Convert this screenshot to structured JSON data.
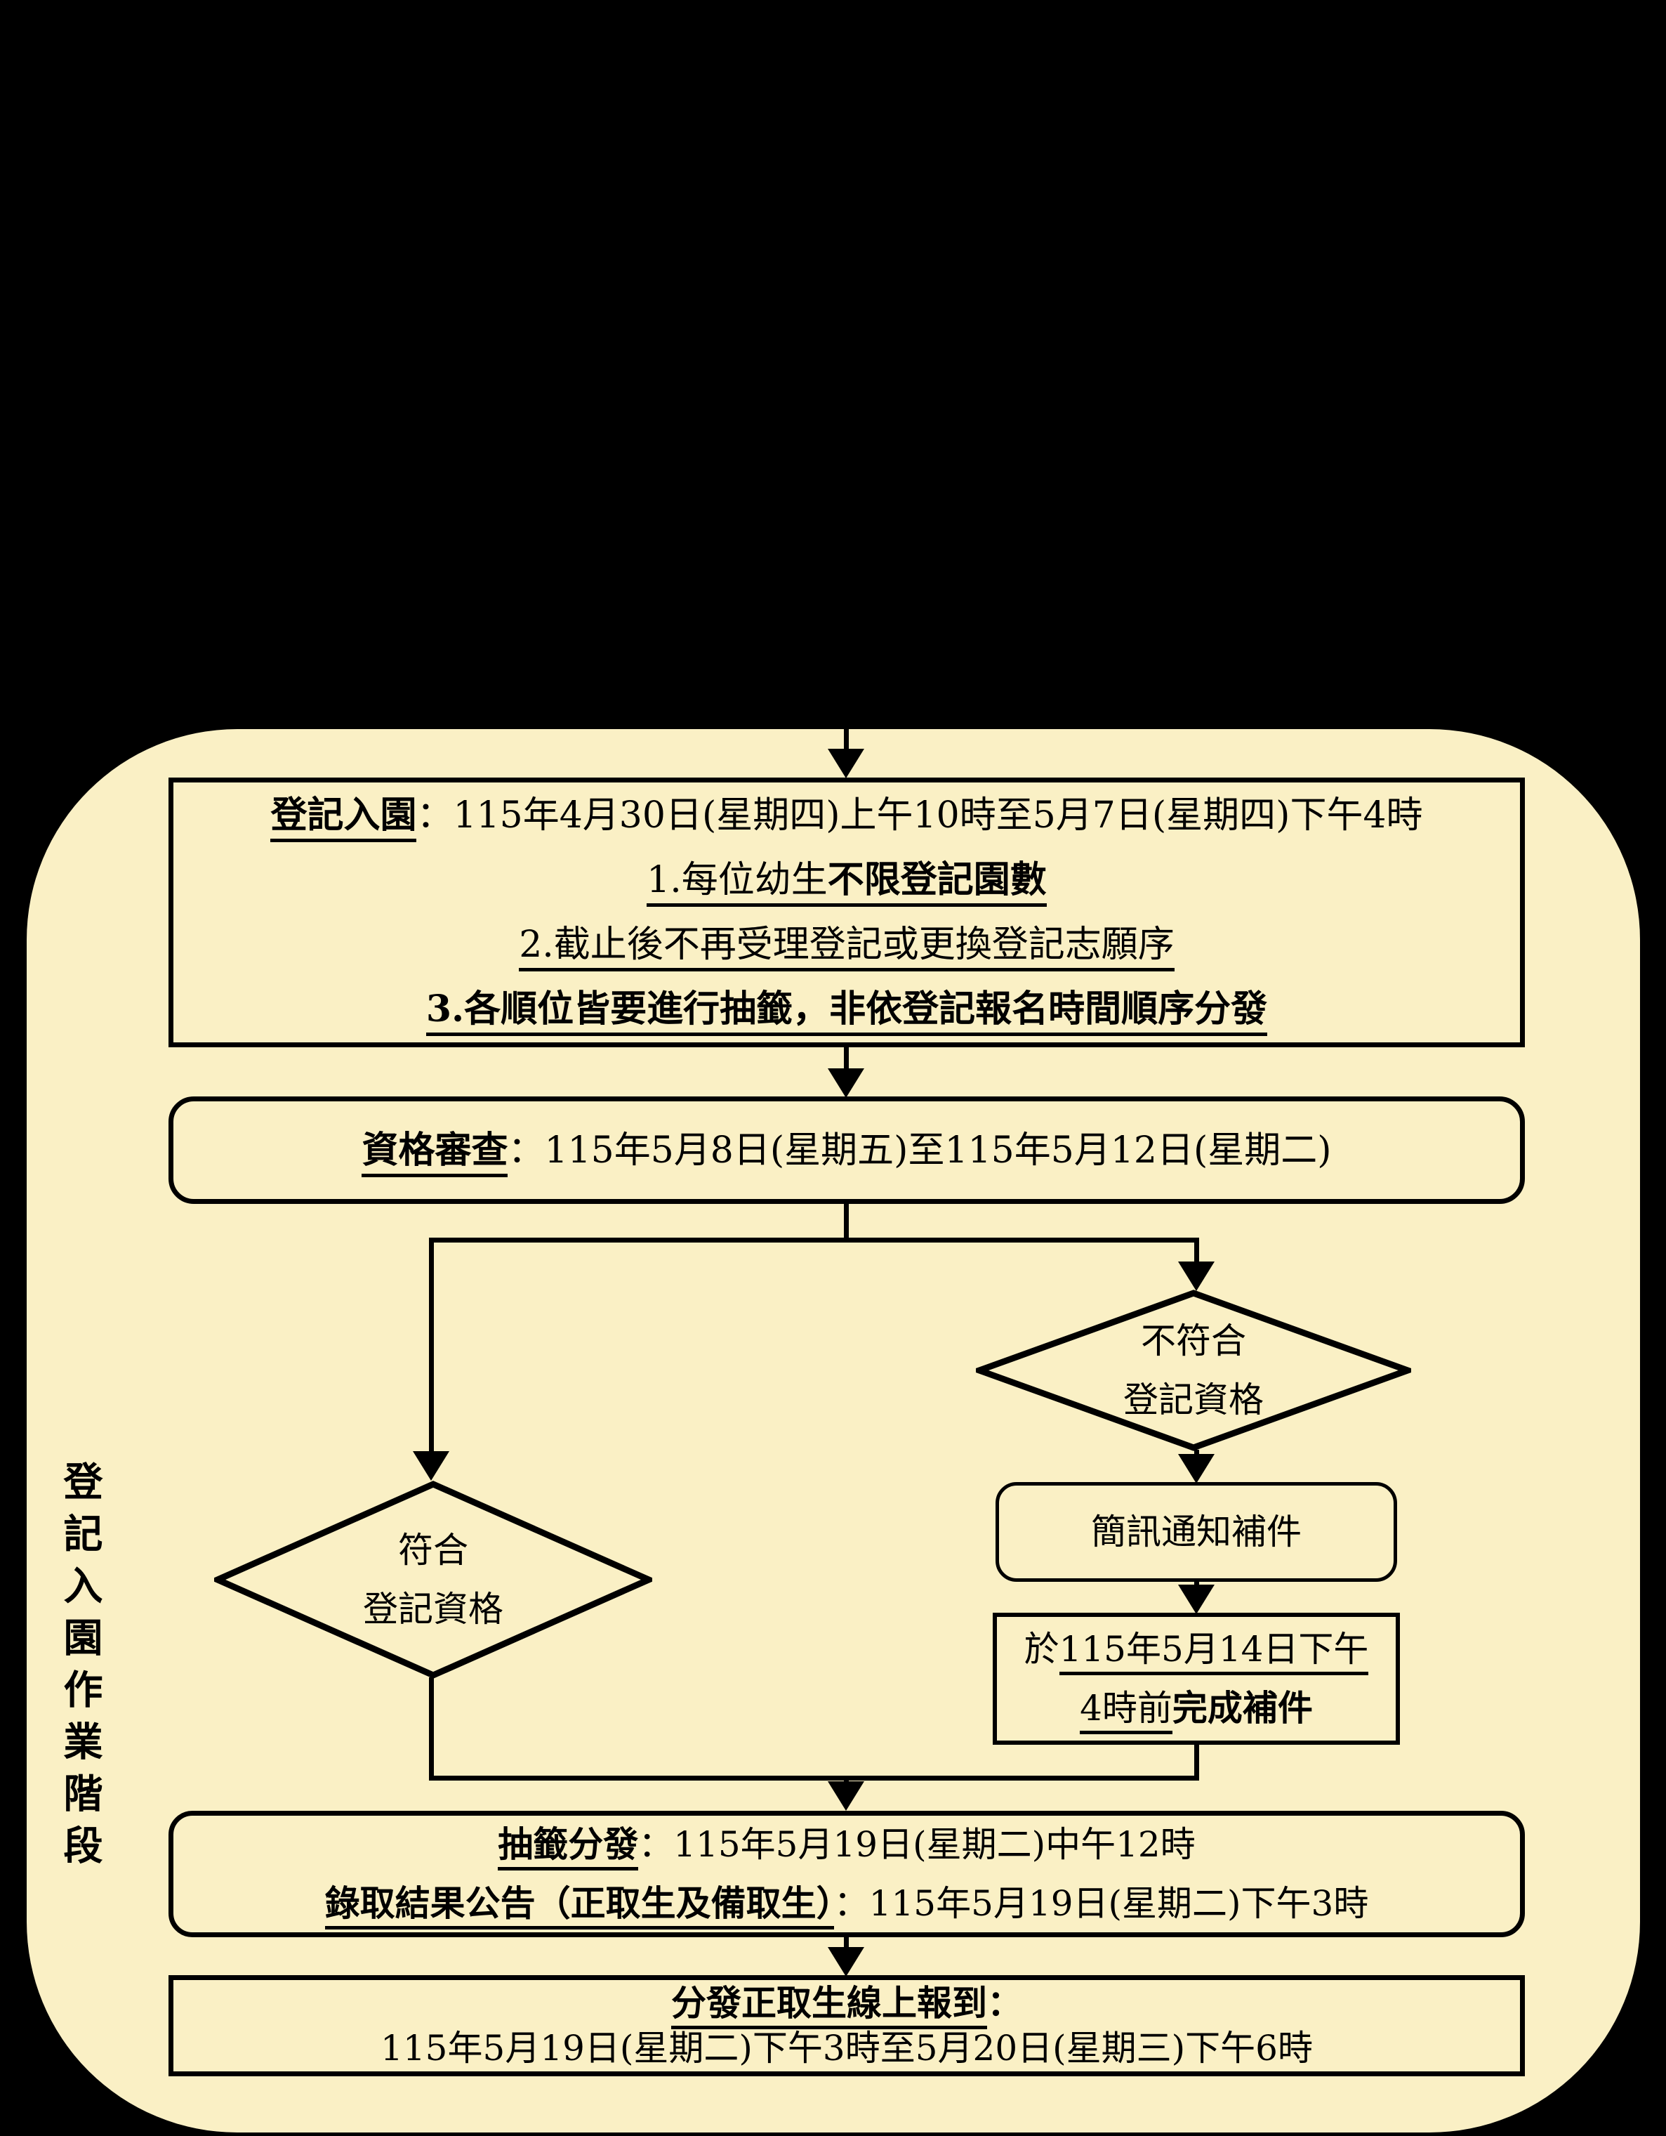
{
  "page": {
    "background": "#000000",
    "panel_bg": "#FAF0C5",
    "ink": "#000000",
    "stage_label": "登記入園作業階段"
  },
  "nodes": {
    "register": {
      "lines": [
        [
          {
            "t": "登記入園",
            "b": true,
            "u": true
          },
          {
            "t": "：115年4月30日(星期四)上午10時至5月7日(星期四)下午4時"
          }
        ],
        [
          {
            "t": "1.每位幼生",
            "u": true
          },
          {
            "t": "不限登記園數",
            "b": true,
            "u": true
          }
        ],
        [
          {
            "t": "2.截止後不再受理登記或更換登記志願序",
            "u": true
          }
        ],
        [
          {
            "t": "3.各順位皆要進行抽籤，非依登記報名時間順序分發",
            "b": true,
            "u": true
          }
        ]
      ]
    },
    "review": {
      "lines": [
        [
          {
            "t": "資格審查",
            "b": true,
            "u": true
          },
          {
            "t": "：115年5月8日(星期五)至115年5月12日(星期二)"
          }
        ]
      ]
    },
    "unqualified": {
      "lines": [
        [
          {
            "t": "不符合"
          }
        ],
        [
          {
            "t": "登記資格"
          }
        ]
      ]
    },
    "qualified": {
      "lines": [
        [
          {
            "t": "符合"
          }
        ],
        [
          {
            "t": "登記資格"
          }
        ]
      ]
    },
    "sms": {
      "lines": [
        [
          {
            "t": "簡訊通知補件"
          }
        ]
      ]
    },
    "supplement": {
      "lines": [
        [
          {
            "t": "於"
          },
          {
            "t": "115年5月14日下午",
            "u": true
          }
        ],
        [
          {
            "t": "4時前",
            "u": true
          },
          {
            "t": "完成補件",
            "b": true
          }
        ]
      ]
    },
    "lottery": {
      "lines": [
        [
          {
            "t": "抽籤分發",
            "b": true,
            "u": true
          },
          {
            "t": "：115年5月19日(星期二)中午12時"
          }
        ],
        [
          {
            "t": "錄取結果公告（正取生及備取生）",
            "b": true,
            "u": true
          },
          {
            "t": "：115年5月19日(星期二)下午3時"
          }
        ]
      ]
    },
    "report": {
      "lines": [
        [
          {
            "t": "分發正取生線上報到",
            "b": true,
            "u": true
          },
          {
            "t": "：",
            "b": true
          }
        ],
        [
          {
            "t": "115年5月19日(星期二)下午3時至5月20日(星期三)下午6時"
          }
        ]
      ]
    }
  }
}
